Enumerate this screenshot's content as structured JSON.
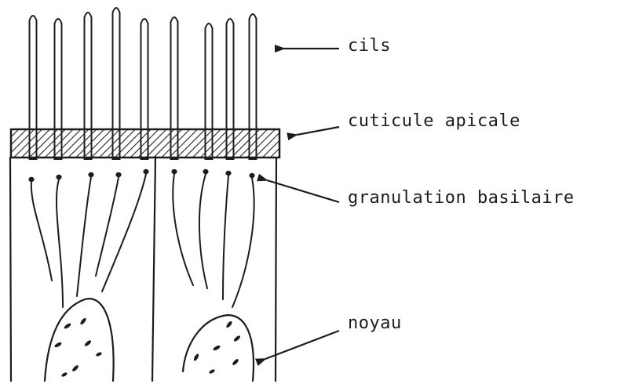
{
  "diagram": {
    "labels": {
      "cilia": "cils",
      "apical_cuticle": "cuticule apicale",
      "basal_granulation": "granulation basilaire",
      "nucleus": "noyau"
    }
  }
}
